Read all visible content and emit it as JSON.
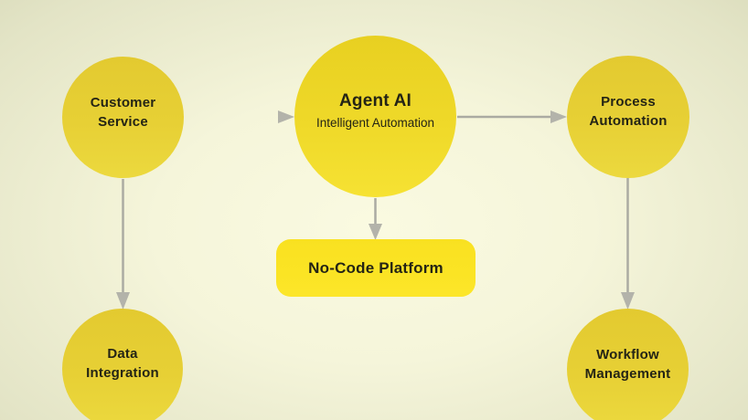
{
  "diagram": {
    "nodes": {
      "customer_service": {
        "line1": "Customer",
        "line2": "Service"
      },
      "agent_ai": {
        "title": "Agent AI",
        "subtitle": "Intelligent Automation"
      },
      "process_automation": {
        "line1": "Process",
        "line2": "Automation"
      },
      "no_code_platform": {
        "label": "No-Code Platform"
      },
      "data_integration": {
        "line1": "Data",
        "line2": "Integration"
      },
      "workflow_management": {
        "line1": "Workflow",
        "line2": "Management"
      }
    },
    "edges": [
      {
        "from": "Customer Service",
        "to": "Agent AI"
      },
      {
        "from": "Agent AI",
        "to": "Process Automation"
      },
      {
        "from": "Agent AI",
        "to": "No-Code Platform"
      },
      {
        "from": "Customer Service",
        "to": "Data Integration"
      },
      {
        "from": "Process Automation",
        "to": "Workflow Management"
      }
    ],
    "colors": {
      "background_center": "#FAFAE1",
      "background_edge": "#C8CAA5",
      "node_yellow_top": "#E3CA30",
      "node_yellow_bottom": "#ECD93E",
      "hub_yellow_top": "#E8D021",
      "hub_yellow_bottom": "#F6E233",
      "platform_yellow": "#FBE424",
      "arrow_gray": "#ABABA2",
      "text_dark": "#242415"
    }
  }
}
